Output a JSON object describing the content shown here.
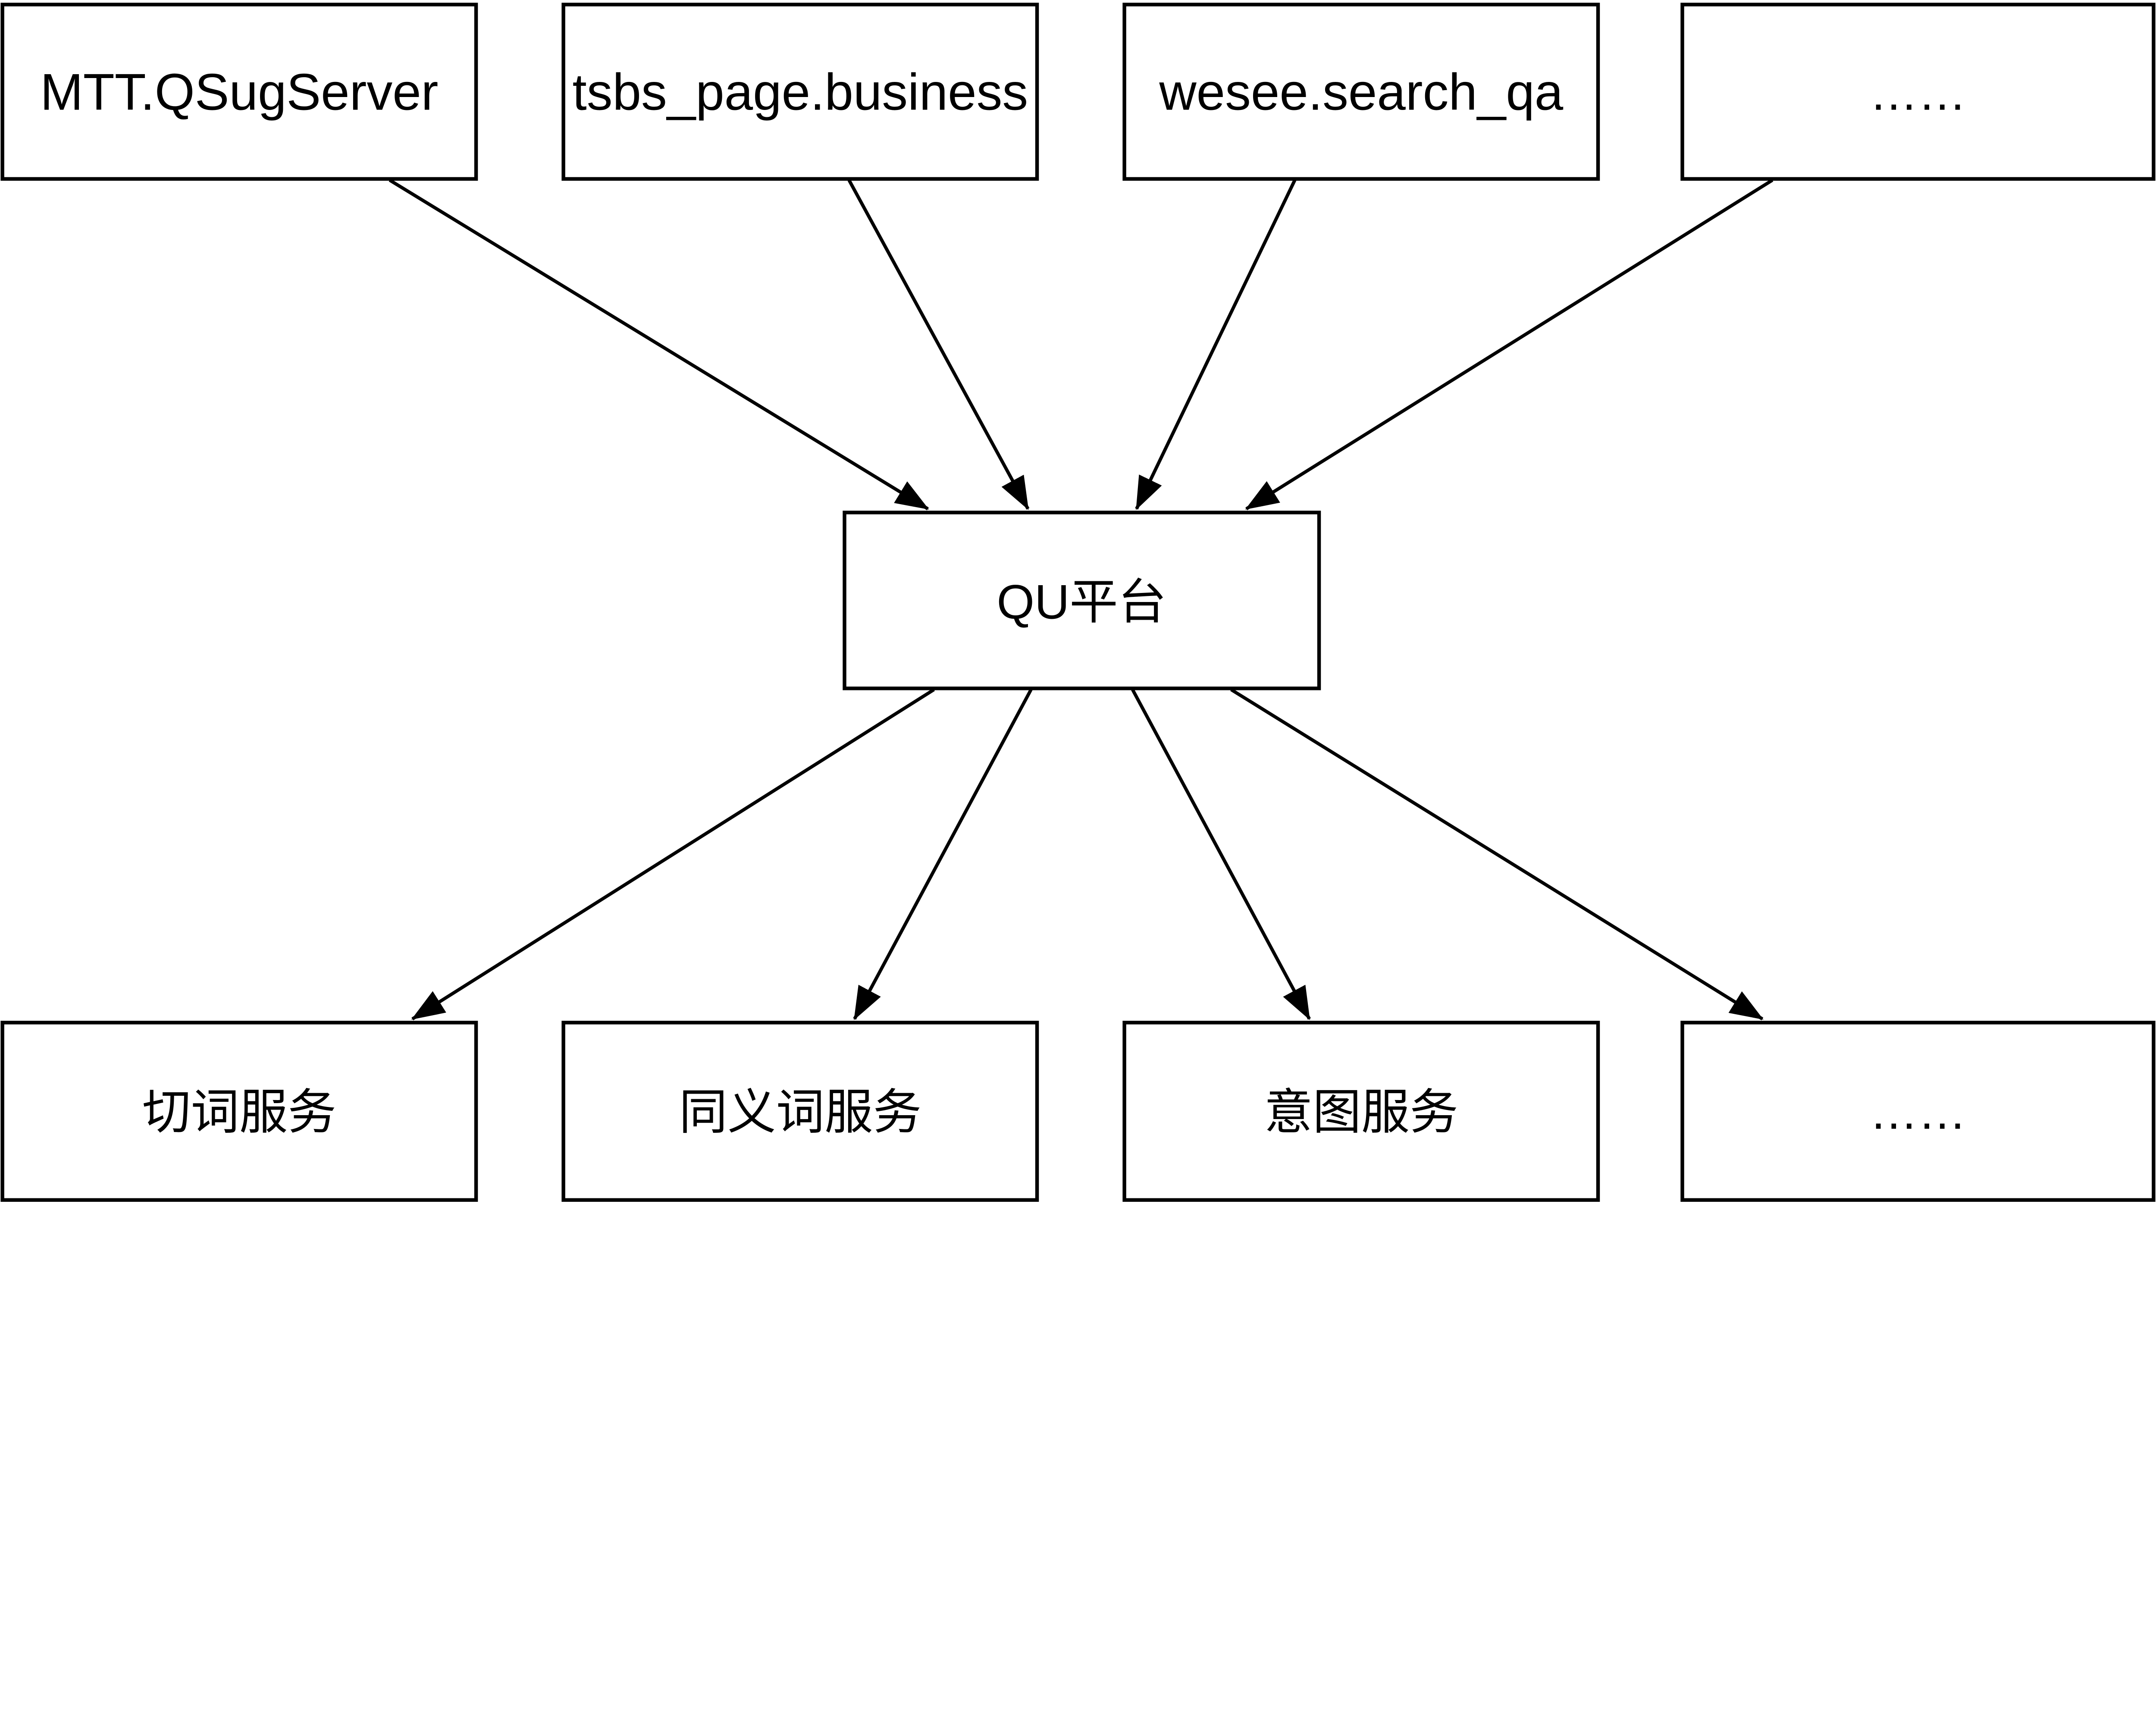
{
  "diagram": {
    "colors": {
      "background": "#ffffff",
      "stroke": "#000000",
      "text": "#000000"
    },
    "center_node": {
      "label": "QU平台"
    },
    "top_nodes": [
      {
        "label": "MTT.QSugServer"
      },
      {
        "label": "tsbs_page.business"
      },
      {
        "label": "wesee.search_qa"
      },
      {
        "label": "……"
      }
    ],
    "bottom_nodes": [
      {
        "label": "切词服务"
      },
      {
        "label": "同义词服务"
      },
      {
        "label": "意图服务"
      },
      {
        "label": "……"
      }
    ]
  }
}
